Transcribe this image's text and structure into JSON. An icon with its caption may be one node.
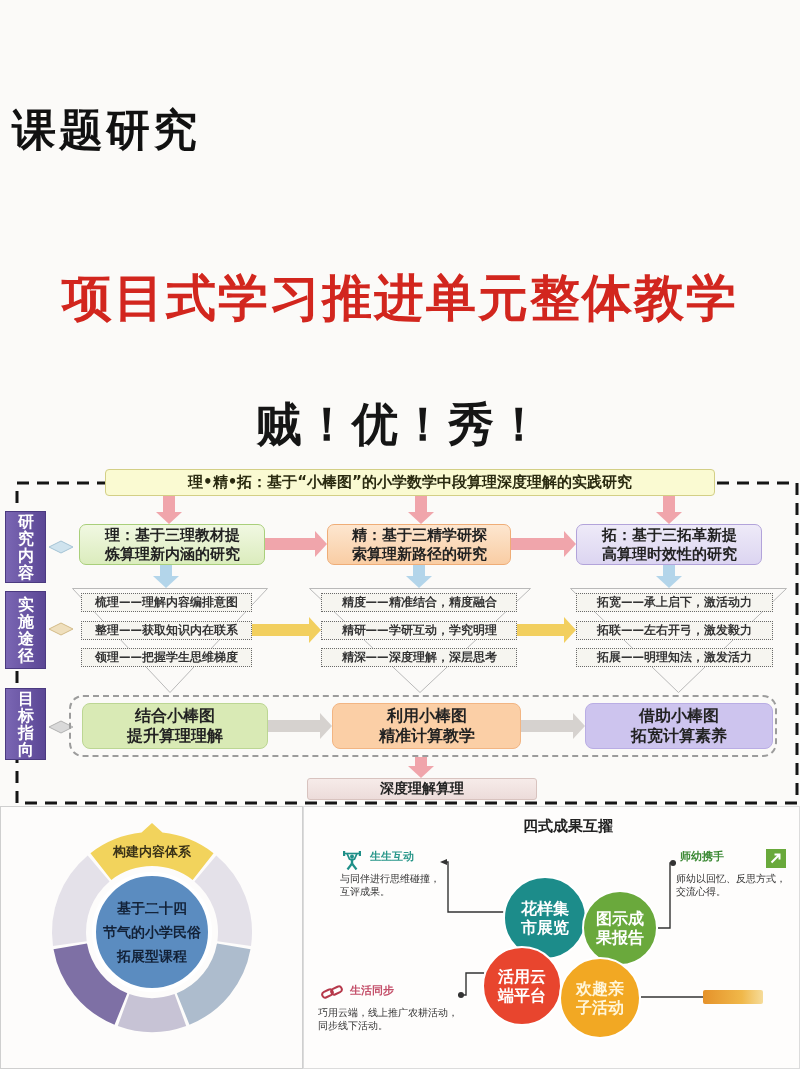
{
  "diagram": {
    "title": "课题研究",
    "nodes": [
      {
        "text": [
          "理•精•拓：基于“小棒图”的小学数学中段算理深度理解的实践研究"
        ]
      },
      {
        "text": [
          "研究内容"
        ]
      },
      {
        "text": [
          "理：基于三理教材提炼算理新内涵的研究"
        ]
      },
      {
        "text": [
          "精：基于三精学研探索算理新路径的研究"
        ]
      },
      {
        "text": [
          "拓：基于三拓革新提高算理时效性的研究"
        ]
      },
      {
        "text": [
          "实施途径"
        ]
      },
      {
        "text": [],
        "shape": "triangle"
      },
      {
        "text": [
          "梳理——理解内容编排意图"
        ],
        "in": 6
      },
      {
        "text": [
          "整理——获取知识内在联系"
        ],
        "in": 6
      },
      {
        "text": [
          "领理——把握学生思维梯度"
        ],
        "in": 6
      },
      {
        "text": [],
        "shape": "triangle"
      },
      {
        "text": [
          "精度——精准结合，精度融合"
        ],
        "in": 10
      },
      {
        "text": [
          "精研——学研互动，学究明理"
        ],
        "in": 10
      },
      {
        "text": [
          "精深——深度理解，深层思考"
        ],
        "in": 10
      },
      {
        "text": [],
        "shape": "triangle"
      },
      {
        "text": [
          "拓宽——承上启下，激活动力"
        ],
        "in": 14
      },
      {
        "text": [
          "拓联——左右开弓，激发毅力"
        ],
        "in": 14
      },
      {
        "text": [
          "拓展——明理知法，激发活力"
        ],
        "in": 14
      },
      {
        "text": [
          "目标指向"
        ]
      },
      {
        "text": [],
        "shape": "box"
      },
      {
        "text": [
          "结合小棒图提升算理理解"
        ],
        "in": 19
      },
      {
        "text": [
          "利用小棒图精准计算教学"
        ],
        "in": 19
      },
      {
        "text": [
          "借助小棒图拓宽计算素养"
        ],
        "in": 19
      },
      {
        "text": [
          "深度理解算理"
        ]
      },
      {
        "text": [
          "构建内容体系"
        ]
      },
      {
        "text": [
          "基于二十四节气的小学民俗拓展型课程"
        ]
      },
      {
        "text": [
          "生生互动",
          "与同伴进行思维碰撞，互评成果。"
        ]
      },
      {
        "text": [
          "师幼携手",
          "师幼以回忆、反思方式，交流心得。"
        ]
      },
      {
        "text": [
          "花样集市展览"
        ]
      },
      {
        "text": [
          "图示成果报告"
        ]
      },
      {
        "text": [
          "活用云端平台"
        ]
      },
      {
        "text": [
          "欢趣亲子活动"
        ]
      },
      {
        "text": [
          "生活同步",
          "巧用云端，线上推广农耕活动，同步线下活动。"
        ]
      },
      {
        "text": [],
        "shape": "box"
      }
    ],
    "edges": [
      {
        "from": 0,
        "to": 2,
        "arrow": "to"
      },
      {
        "from": 0,
        "to": 3,
        "arrow": "to"
      },
      {
        "from": 0,
        "to": 4,
        "arrow": "to"
      },
      {
        "from": 2,
        "to": 3,
        "arrow": "to"
      },
      {
        "from": 3,
        "to": 4,
        "arrow": "to"
      },
      {
        "from": 2,
        "to": 6,
        "arrow": "to",
        "color": "#b3d5ea"
      },
      {
        "from": 3,
        "to": 10,
        "arrow": "to",
        "color": "#b3d5ea"
      },
      {
        "from": 4,
        "to": 14,
        "arrow": "to",
        "color": "#b3d5ea"
      },
      {
        "from": 8,
        "to": 12,
        "arrow": "to",
        "color": "#f2cf5f"
      },
      {
        "from": 12,
        "to": 16,
        "arrow": "to",
        "color": "#f2cf5f"
      },
      {
        "from": 20,
        "to": 21,
        "arrow": "to",
        "color": "#d6d2cf"
      },
      {
        "from": 21,
        "to": 22,
        "arrow": "to",
        "color": "#d6d2cf"
      },
      {
        "from": 19,
        "to": 23,
        "arrow": "to"
      },
      {
        "from": 28,
        "to": 26,
        "arrow": "to",
        "color": "#333333"
      },
      {
        "from": 29,
        "to": 27,
        "arrow": "other",
        "color": "#333333"
      },
      {
        "from": 30,
        "to": 32,
        "arrow": "other",
        "color": "#333333"
      },
      {
        "from": 31,
        "to": 33,
        "arrow": "none",
        "color": "#333333"
      }
    ],
    "labels": [
      "项目式学习推进单元整体教学",
      "贼！优！秀！",
      "四式成果互擢"
    ]
  }
}
